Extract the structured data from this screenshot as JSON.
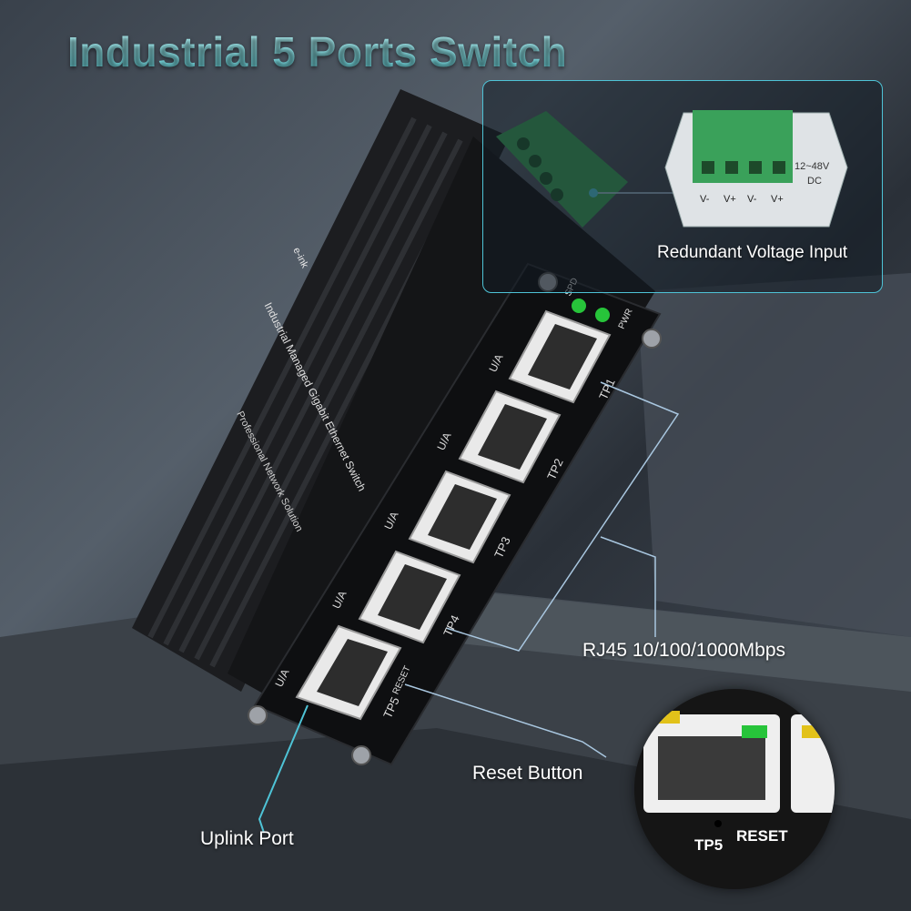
{
  "title": "Industrial 5 Ports Switch",
  "callouts": {
    "voltage": "Redundant Voltage Input",
    "rj45": "RJ45 10/100/1000Mbps",
    "reset": "Reset Button",
    "uplink": "Uplink Port"
  },
  "terminal": {
    "rating_line1": "12~48V",
    "rating_line2": "DC",
    "pins": [
      "V-",
      "V+",
      "V-",
      "V+"
    ]
  },
  "device": {
    "brand": "e-ink",
    "model_text": "Industrial Managed Gigabit Ethernet Switch",
    "tagline": "Professional Network Solution",
    "led_labels": [
      "SPD",
      "PWR"
    ],
    "port_labels": [
      "TP1",
      "TP2",
      "TP3",
      "TP4",
      "TP5"
    ],
    "port_tag": "U/A",
    "reset_label": "RESET"
  },
  "zoom": {
    "port_label": "TP5",
    "reset_label": "RESET"
  },
  "colors": {
    "accent": "#4ec3d6",
    "terminal_green": "#3aa15a",
    "led_green": "#27c43a",
    "led_amber": "#e2c21a"
  }
}
